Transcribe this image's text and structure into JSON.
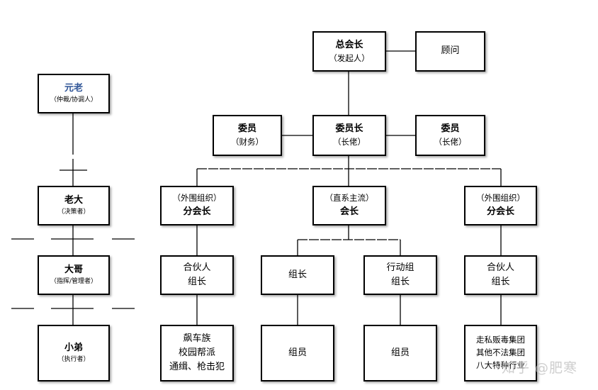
{
  "left": {
    "yuanlao": {
      "title": "元老",
      "sub": "（仲裁/协调人）"
    },
    "laoda": {
      "title": "老大",
      "sub": "（决策者）"
    },
    "dage": {
      "title": "大哥",
      "sub": "（指挥/管理者）"
    },
    "xiaodi": {
      "title": "小弟",
      "sub": "（执行者）"
    }
  },
  "top": {
    "president": {
      "title": "总会长",
      "sub": "（发起人）"
    },
    "advisor": {
      "title": "顾问"
    }
  },
  "committee": {
    "left": {
      "title": "委员",
      "sub": "（财务）"
    },
    "chair": {
      "title": "委员长",
      "sub": "（长佬）"
    },
    "right": {
      "title": "委员",
      "sub": "（长佬）"
    }
  },
  "branches": {
    "left": {
      "sub": "（外围组织）",
      "title": "分会长"
    },
    "center": {
      "sub": "（直系主流）",
      "title": "会长"
    },
    "right": {
      "sub": "（外围组织）",
      "title": "分会长"
    }
  },
  "level3": {
    "partner_left": {
      "line1": "合伙人",
      "line2": "组长"
    },
    "leader": {
      "line1": "组长"
    },
    "action": {
      "line1": "行动组",
      "line2": "组长"
    },
    "partner_right": {
      "line1": "合伙人",
      "line2": "组长"
    }
  },
  "level4": {
    "left": {
      "line1": "飙车族",
      "line2": "校园帮派",
      "line3": "通缉、枪击犯"
    },
    "member1": {
      "line1": "组员"
    },
    "member2": {
      "line1": "组员"
    },
    "right": {
      "line1": "走私贩毒集团",
      "line2": "其他不法集团",
      "line3": "八大特种行业"
    }
  },
  "watermark": "知乎 @肥寒",
  "colors": {
    "accent": "#2f5597",
    "line": "#000000",
    "border": "#000000"
  }
}
